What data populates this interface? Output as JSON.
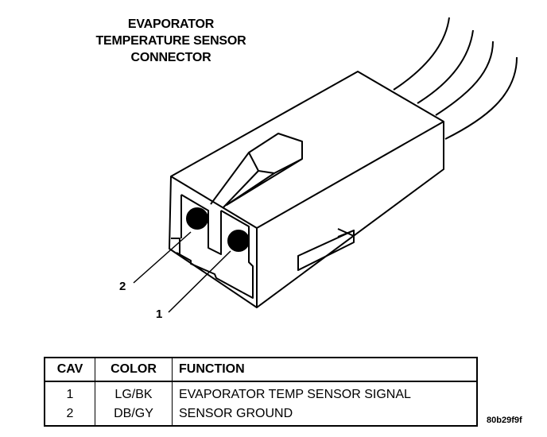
{
  "title": [
    "EVAPORATOR",
    "TEMPERATURE SENSOR",
    "CONNECTOR"
  ],
  "callouts": [
    "2",
    "1"
  ],
  "table": {
    "headers": [
      "CAV",
      "COLOR",
      "FUNCTION"
    ],
    "rows": [
      {
        "cav": "1",
        "color": "LG/BK",
        "function": "EVAPORATOR TEMP SENSOR SIGNAL"
      },
      {
        "cav": "2",
        "color": "DB/GY",
        "function": "SENSOR GROUND"
      }
    ]
  },
  "figure_code": "80b29f9f"
}
